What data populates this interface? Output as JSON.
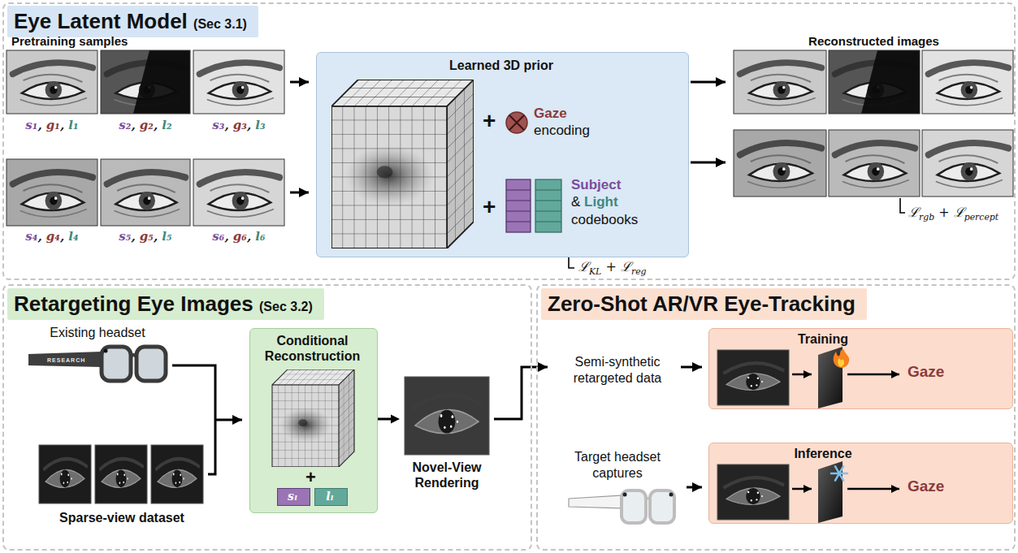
{
  "diagram": {
    "nodes": [
      {
        "text": [
          "Eye Latent Model (Sec 3.1)"
        ]
      },
      {
        "text": [
          "Learned 3D prior",
          "+",
          "Gaze encoding",
          "+",
          "Subject & Light codebooks"
        ],
        "in": 0
      },
      {
        "text": [
          "Retargeting Eye Images (Sec 3.2)"
        ]
      },
      {
        "text": [
          "Conditional Reconstruction",
          "+"
        ],
        "in": 2
      },
      {
        "text": [
          "sₗ"
        ],
        "in": 3
      },
      {
        "text": [
          "lₗ"
        ],
        "in": 3
      },
      {
        "text": [
          "Novel-View Rendering"
        ],
        "in": 2
      },
      {
        "text": [
          "Zero-Shot AR/VR Eye-Tracking"
        ]
      },
      {
        "text": [
          "Training",
          "Gaze"
        ],
        "in": 7
      },
      {
        "text": [
          "Inference",
          "Gaze"
        ],
        "in": 7
      }
    ],
    "edges": [
      {
        "from": 3,
        "to": 6,
        "arrow": "to"
      }
    ],
    "labels": [
      "Pretraining samples",
      "s₁, g₁, l₁",
      "s₂, g₂, l₂",
      "s₃, g₃, l₃",
      "s₄, g₄, l₄",
      "s₅, g₅, l₅",
      "s₆, g₆, l₆",
      "ℒKL + ℒreg",
      "Reconstructed images",
      "ℒrgb + ℒpercept",
      "Existing headset",
      "RESEARCH",
      "Sparse-view dataset",
      "Semi-synthetic retargeted data",
      "Target headset captures"
    ]
  }
}
